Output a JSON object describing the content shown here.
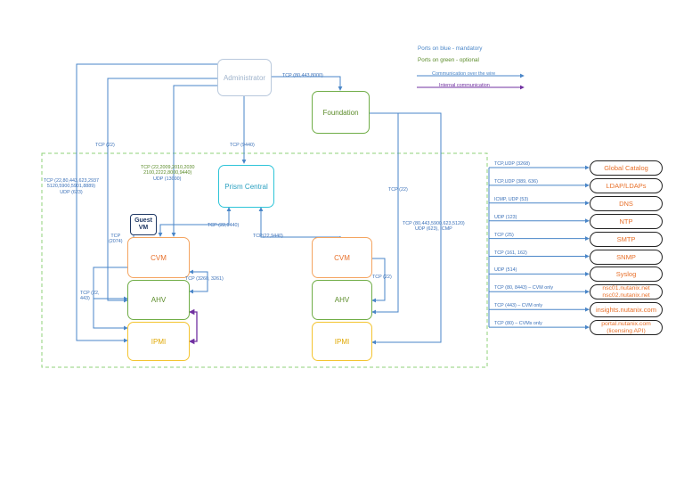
{
  "legend": {
    "blue_text": "Ports on blue - mandatory",
    "green_text": "Ports on green - optional",
    "wire_text": "Communication over the wire",
    "internal_text": "Internal communication"
  },
  "nodes": {
    "administrator": "Administrator",
    "foundation": "Foundation",
    "prism_central": "Prism Central",
    "guest_vm": "Guest VM",
    "cvm_left": "CVM",
    "ahv_left": "AHV",
    "ipmi_left": "IPMI",
    "cvm_right": "CVM",
    "ahv_right": "AHV",
    "ipmi_right": "IPMI"
  },
  "services": [
    {
      "name": "Global Catalog",
      "port": "TCP,UDP (3268)"
    },
    {
      "name": "LDAP/LDAPs",
      "port": "TCP,UDP (389, 636)"
    },
    {
      "name": "DNS",
      "port": "ICMP, UDP (53)"
    },
    {
      "name": "NTP",
      "port": "UDP (123)"
    },
    {
      "name": "SMTP",
      "port": "TCP (25)"
    },
    {
      "name": "SNMP",
      "port": "TCP (161, 162)"
    },
    {
      "name": "Syslog",
      "port": "UDP (514)"
    },
    {
      "name": "nsc01.nutanix.net\nnsc02.nutanix.net",
      "port": "TCP (80, 8443) – CVM only"
    },
    {
      "name": "insights.nutanix.com",
      "port": "TCP (443) – CVM only"
    },
    {
      "name": "portal.nutanix.com\n(licensing API)",
      "port": "TCP (80) – CVMs only"
    }
  ],
  "ports": {
    "admin_foundation": "TCP (80,443,8000)",
    "admin_prism": "TCP (9440)",
    "admin_tcp22": "TCP (22)",
    "admin_left_multi": "TCP (22,80,443,623,2937\n5120,5900,5901,8889)\nUDP (623)",
    "admin_cvm_green": "TCP (22,2009,2010,2030\n2100,2222,8000,9440)",
    "admin_cvm_blue": "UDP (13000)",
    "prism_cvm_left": "TCP (22,9440)",
    "prism_cvm_right": "TCP(22,9440)",
    "guest_cvm": "TCP\n(2074)",
    "cvm_ahv": "TCP (3260, 3261)",
    "cvm_ipmi": "TCP (22,\n443)",
    "cvm_ahv_right": "TCP (22)",
    "foundation_ahv": "TCP (22)",
    "foundation_ipmi": "TCP (80,443,5900,623,5120)\nUDP (623), ICMP"
  }
}
